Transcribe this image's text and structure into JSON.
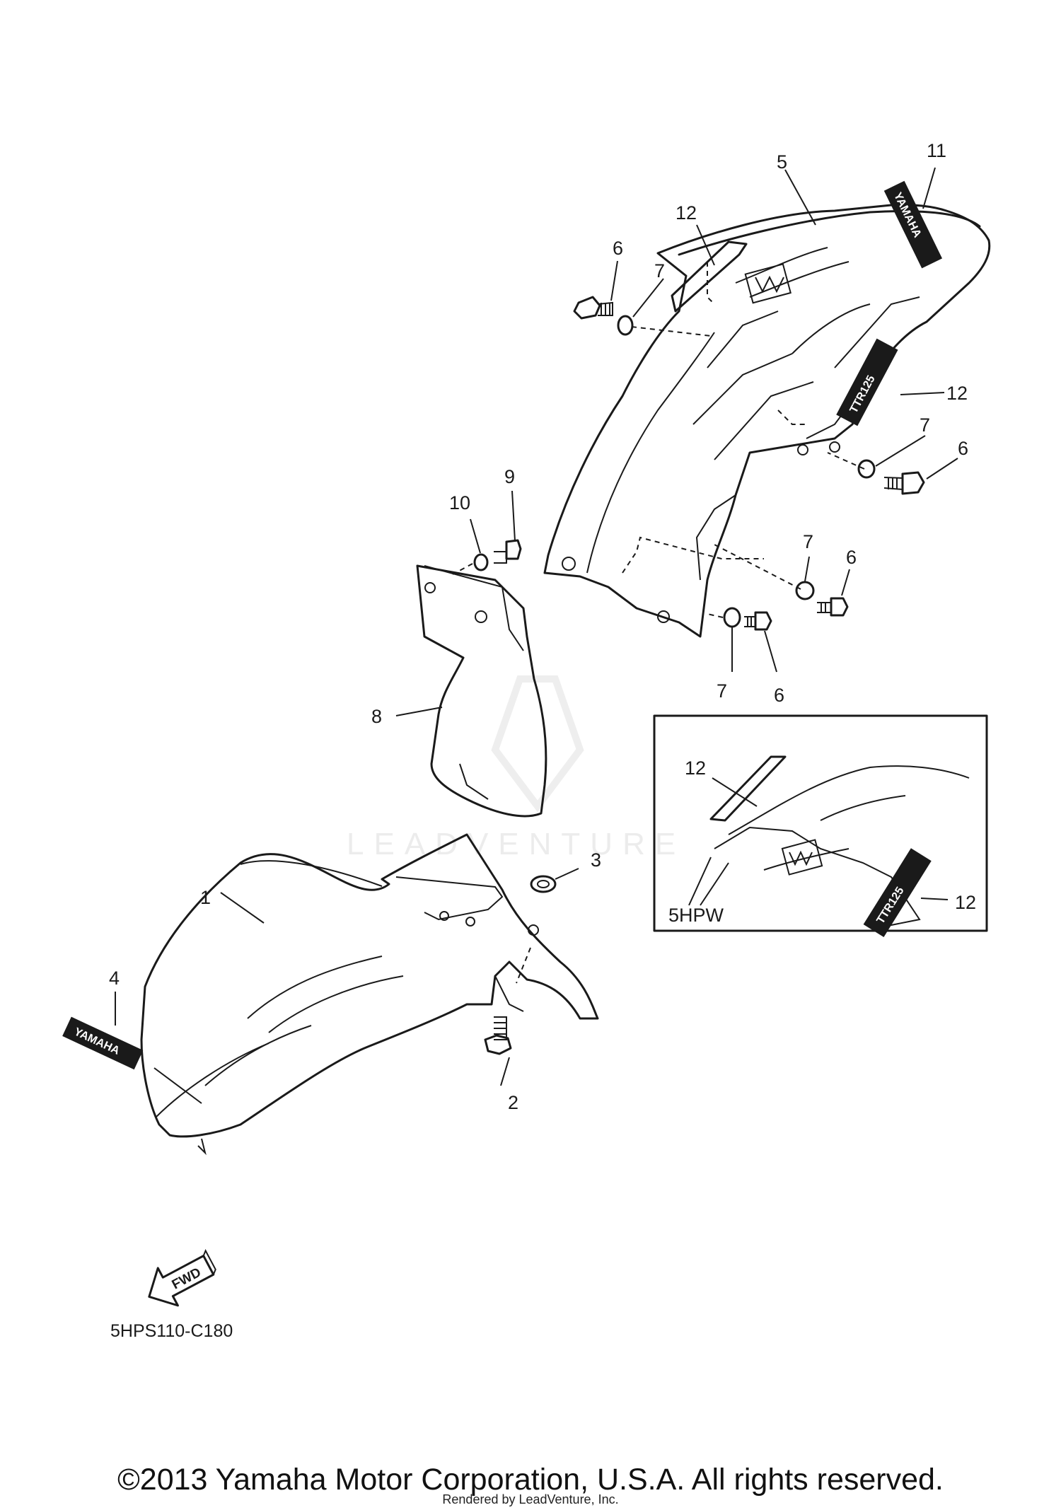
{
  "callouts": {
    "c1": "1",
    "c2": "2",
    "c3": "3",
    "c4": "4",
    "c5": "5",
    "c6a": "6",
    "c6b": "6",
    "c6c": "6",
    "c6d": "6",
    "c7a": "7",
    "c7b": "7",
    "c7c": "7",
    "c7d": "7",
    "c8": "8",
    "c9": "9",
    "c10": "10",
    "c11": "11",
    "c12a": "12",
    "c12b": "12",
    "c12c": "12",
    "c12d": "12"
  },
  "inset": {
    "model_label": "5HPW"
  },
  "decals": {
    "brand": "YAMAHA",
    "model": "TTR125"
  },
  "fwd_arrow": {
    "label": "FWD"
  },
  "diagram_code": "5HPS110-C180",
  "watermark": "LEADVENTURE",
  "copyright": "©2013 Yamaha Motor Corporation, U.S.A. All rights reserved.",
  "rendered_by": "Rendered by LeadVenture, Inc."
}
